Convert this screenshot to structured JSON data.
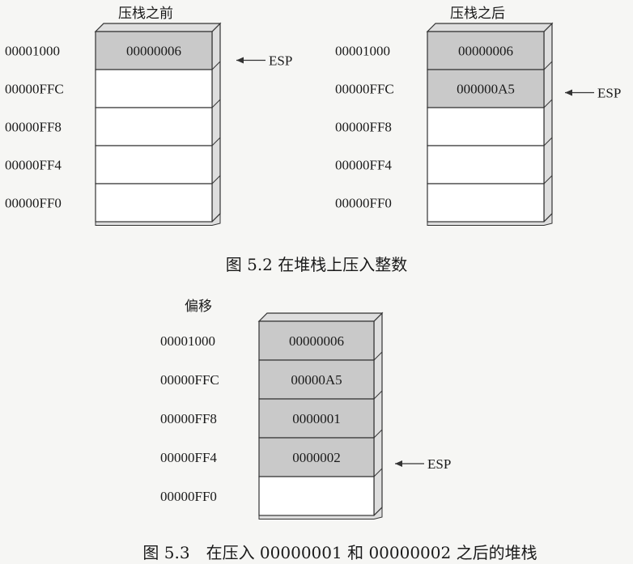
{
  "colors": {
    "background": "#f6f6f4",
    "filled": "#c9c9c9",
    "empty": "#ffffff",
    "side": "#dedede",
    "stroke": "#333333"
  },
  "figure_5_2": {
    "caption": "图 5.2 在堆栈上压入整数",
    "before": {
      "title": "压栈之前",
      "addresses": [
        "00001000",
        "00000FFC",
        "00000FF8",
        "00000FF4",
        "00000FF0"
      ],
      "cells": [
        "00000006",
        "",
        "",
        "",
        ""
      ],
      "pointer_label": "ESP",
      "pointer_index": 0
    },
    "after": {
      "title": "压栈之后",
      "addresses": [
        "00001000",
        "00000FFC",
        "00000FF8",
        "00000FF4",
        "00000FF0"
      ],
      "cells": [
        "00000006",
        "000000A5",
        "",
        "",
        ""
      ],
      "pointer_label": "ESP",
      "pointer_index": 1
    }
  },
  "figure_5_3": {
    "caption": "图 5.3　在压入 00000001 和 00000002 之后的堆栈",
    "offset_label": "偏移",
    "addresses": [
      "00001000",
      "00000FFC",
      "00000FF8",
      "00000FF4",
      "00000FF0"
    ],
    "cells": [
      "00000006",
      "00000A5",
      "0000001",
      "0000002",
      ""
    ],
    "pointer_label": "ESP",
    "pointer_index": 3
  }
}
